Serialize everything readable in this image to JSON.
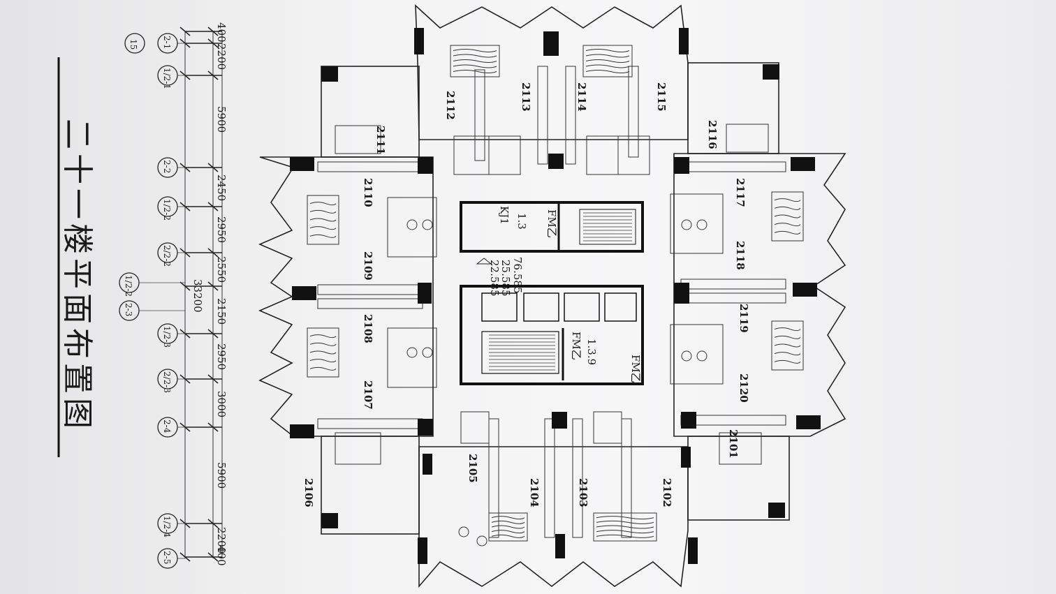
{
  "drawing": {
    "title": "二十一楼平面布置图",
    "total_dimension": "33200",
    "dimensions": [
      "400",
      "2200",
      "5900",
      "2450",
      "2950",
      "2550",
      "2150",
      "2950",
      "3000",
      "5900",
      "2200",
      "400"
    ],
    "axes": [
      "2-1",
      "1/2-1",
      "2-2",
      "1/2-2",
      "2/2-2",
      "1/2-2",
      "2-3",
      "1/2-3",
      "2/2-3",
      "2-4",
      "1/2-4",
      "2-5"
    ],
    "top_axis": "15",
    "rooms": [
      "2101",
      "2102",
      "2103",
      "2104",
      "2105",
      "2106",
      "2107",
      "2108",
      "2109",
      "2110",
      "2111",
      "2112",
      "2113",
      "2114",
      "2115",
      "2116",
      "2117",
      "2118",
      "2119",
      "2120"
    ],
    "elevations": [
      "76.585",
      "25.585",
      "22.585"
    ],
    "core_labels": {
      "fm_1": "FM乙",
      "fm_2": "FM乙",
      "fm_3": "FM乙",
      "kj": "KJ1",
      "area_1": "1.3",
      "area_2": "1.3.9"
    }
  }
}
